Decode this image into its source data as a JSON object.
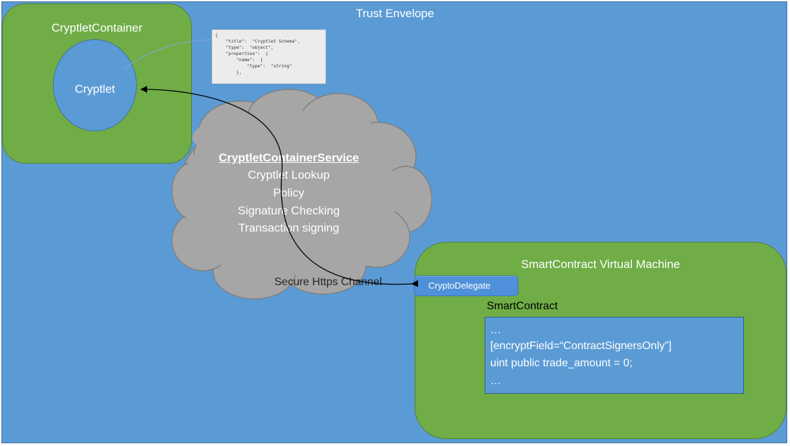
{
  "colors": {
    "envelope": "#5b9bd5",
    "green": "#70ad47",
    "cloud": "#a6a6a6",
    "text_light": "#ffffff",
    "text_dark": "#262626"
  },
  "trust_envelope": {
    "label": "Trust Envelope"
  },
  "cryptlet_container": {
    "title": "CryptletContainer",
    "cryptlet_label": "Cryptlet"
  },
  "schema_snippet": {
    "text": "{\n    \"title\":  \"Cryptlet Schema\",\n    \"type\":  \"object\",\n    \"properties\":  {\n        \"name\":  {\n            \"type\":  \"string\"\n        },"
  },
  "service": {
    "title": "CryptletContainerService",
    "lines": [
      "Cryptlet Lookup",
      "Policy",
      "Signature Checking",
      "Transaction signing"
    ]
  },
  "channel_label": "Secure Https Channel",
  "vm": {
    "title": "SmartContract Virtual Machine",
    "delegate_label": "CryptoDelegate",
    "contract_title": "SmartContract",
    "code_lines": [
      "…",
      "[encryptField=“ContractSignersOnly”]",
      "uint public trade_amount = 0;",
      "…"
    ]
  },
  "icons": {
    "cloud_shape": "cloud-shape",
    "connection_arrow": "double-arrow-connector"
  }
}
